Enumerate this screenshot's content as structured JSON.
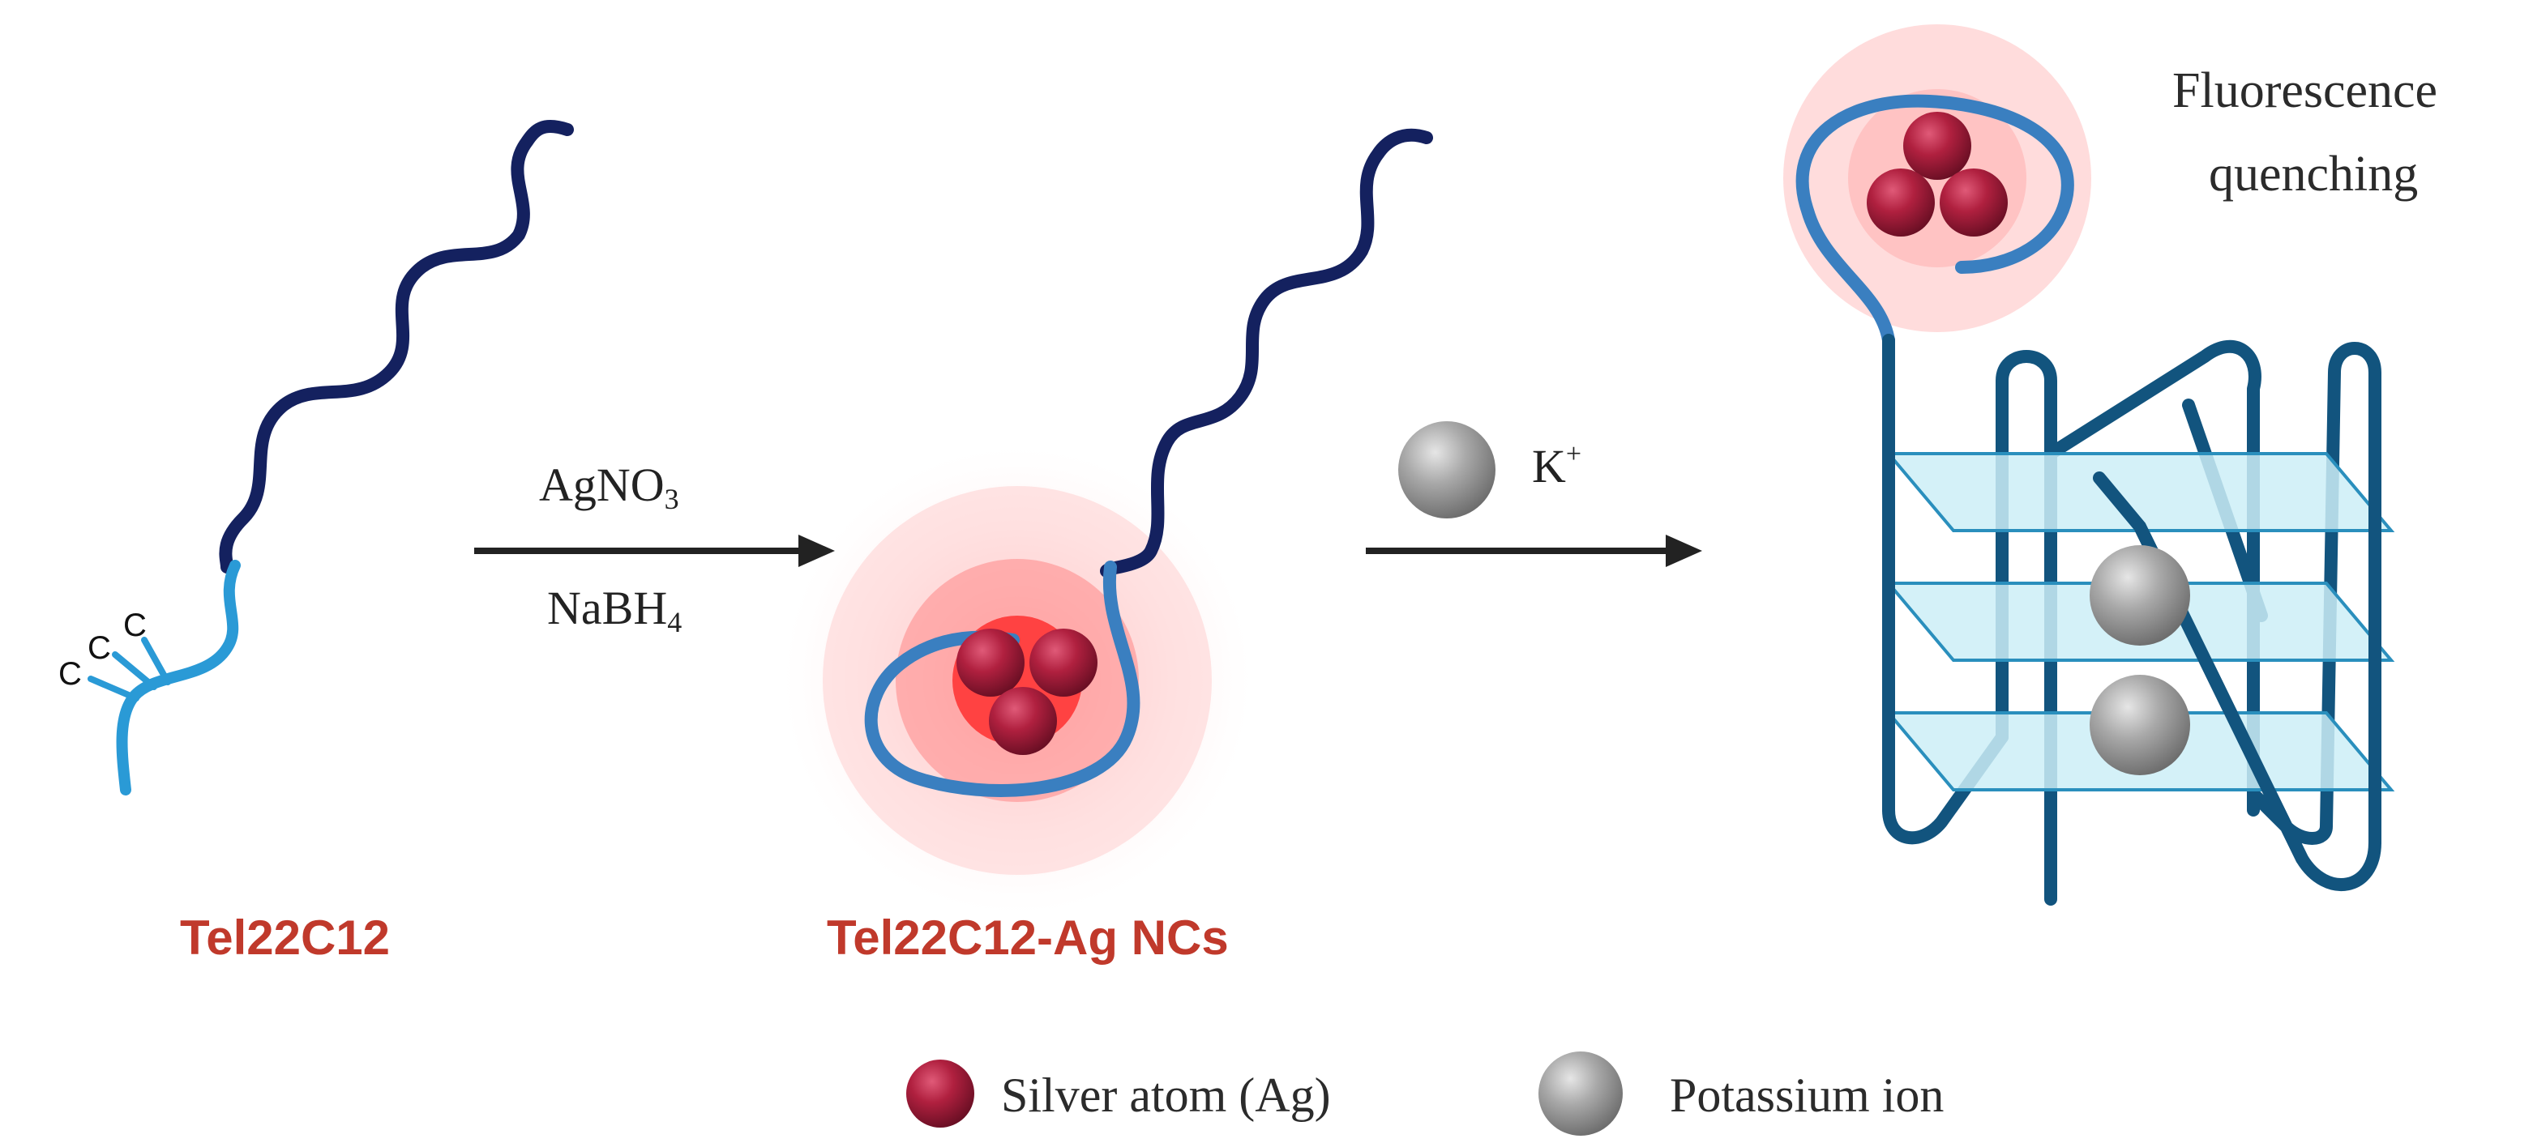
{
  "panel1": {
    "name": "Tel22C12",
    "bases": [
      "C",
      "C",
      "C"
    ]
  },
  "reaction1": {
    "reagent_top": "AgNO",
    "reagent_top_sub": "3",
    "reagent_bottom": "NaBH",
    "reagent_bottom_sub": "4"
  },
  "panel2": {
    "name": "Tel22C12-Ag NCs"
  },
  "reaction2": {
    "reagent": "K",
    "reagent_sup": "+"
  },
  "panel3": {
    "caption_line1": "Fluorescence",
    "caption_line2": "quenching"
  },
  "legend": {
    "silver": "Silver atom (Ag)",
    "potassium": "Potassium ion"
  },
  "colors": {
    "dna_dark": "#14215f",
    "dna_light": "#2a9ad6",
    "dna_mid": "#3a7fc0",
    "gquad": "#12547e",
    "plate": "#cdeef7",
    "silver": "#b0203f",
    "potassium": "#a8a8a8",
    "glow": "#ff6b6b",
    "label_red": "#c0392b"
  }
}
